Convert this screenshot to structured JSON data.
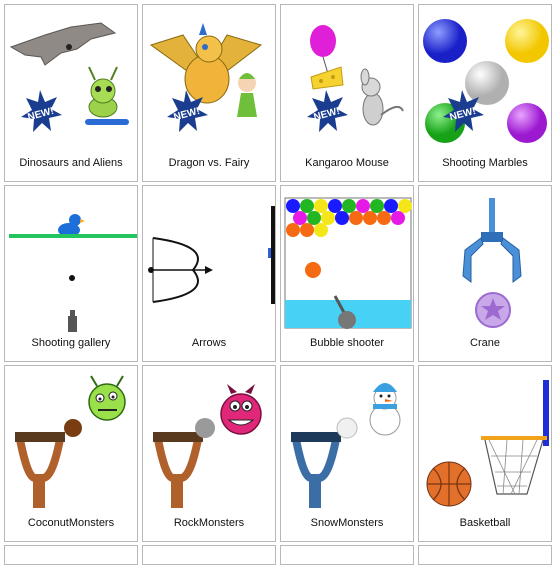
{
  "badge_text": "NEW!",
  "games": [
    {
      "label": "Dinosaurs and Aliens",
      "icon": "dinosaur-alien-icon",
      "is_new": true
    },
    {
      "label": "Dragon vs. Fairy",
      "icon": "dragon-fairy-icon",
      "is_new": true
    },
    {
      "label": "Kangaroo Mouse",
      "icon": "kangaroo-mouse-icon",
      "is_new": true
    },
    {
      "label": "Shooting Marbles",
      "icon": "marbles-icon",
      "is_new": true
    },
    {
      "label": "Shooting gallery",
      "icon": "duck-gallery-icon",
      "is_new": false
    },
    {
      "label": "Arrows",
      "icon": "bow-arrow-icon",
      "is_new": false
    },
    {
      "label": "Bubble shooter",
      "icon": "bubble-shooter-icon",
      "is_new": false
    },
    {
      "label": "Crane",
      "icon": "crane-claw-icon",
      "is_new": false
    },
    {
      "label": "CoconutMonsters",
      "icon": "slingshot-coconut-icon",
      "is_new": false
    },
    {
      "label": "RockMonsters",
      "icon": "slingshot-rock-icon",
      "is_new": false
    },
    {
      "label": "SnowMonsters",
      "icon": "slingshot-snowball-icon",
      "is_new": false
    },
    {
      "label": "Basketball",
      "icon": "basketball-hoop-icon",
      "is_new": false
    }
  ],
  "colors": {
    "badge_blue": "#1a3d8f",
    "duck_blue": "#1c6fd8",
    "green_line": "#22c55e",
    "water": "#47d1f5",
    "orange_ball": "#f56a12",
    "crane_blue": "#4a90d9",
    "purple_star": "#b28ad8",
    "slingshot_wood": "#b0602a",
    "slingshot_blue": "#3a6ea5",
    "basketball": "#e3702a",
    "backboard": "#1e2fd8",
    "rim": "#f0a21a"
  }
}
